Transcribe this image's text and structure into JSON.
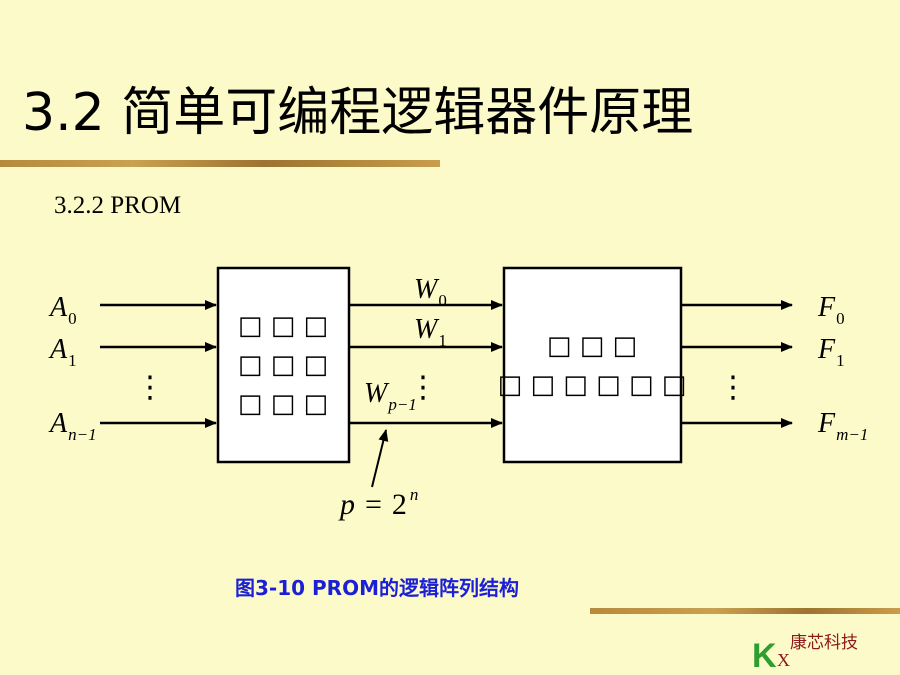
{
  "header": {
    "title": "3.2  简单可编程逻辑器件原理",
    "subtitle": "3.2.2  PROM"
  },
  "diagram": {
    "inputs": [
      {
        "base": "A",
        "sub": "0"
      },
      {
        "base": "A",
        "sub": "1"
      },
      {
        "base": "A",
        "sub": "n−1"
      }
    ],
    "word_lines": [
      {
        "base": "W",
        "sub": "0"
      },
      {
        "base": "W",
        "sub": "1"
      },
      {
        "base": "W",
        "sub": "p−1"
      }
    ],
    "outputs": [
      {
        "base": "F",
        "sub": "0"
      },
      {
        "base": "F",
        "sub": "1"
      },
      {
        "base": "F",
        "sub": "m−1"
      }
    ],
    "ellipsis": "⋮",
    "left_box_glyphs": [
      "□ □ □",
      "□ □ □",
      "□ □ □"
    ],
    "right_box_glyphs": [
      "□ □ □",
      "□ □ □ □ □ □"
    ],
    "formula": {
      "lhs": "p",
      "eq": "=",
      "base": "2",
      "sup": "n"
    }
  },
  "caption": "图3-10  PROM的逻辑阵列结构",
  "footer": {
    "company": "康芯科技",
    "logo_k": "K",
    "logo_x": "X"
  },
  "colors": {
    "background": "#fcfac8",
    "caption": "#1b1fd6",
    "company": "#8b1a1a",
    "logo": "#2e9e2e"
  }
}
